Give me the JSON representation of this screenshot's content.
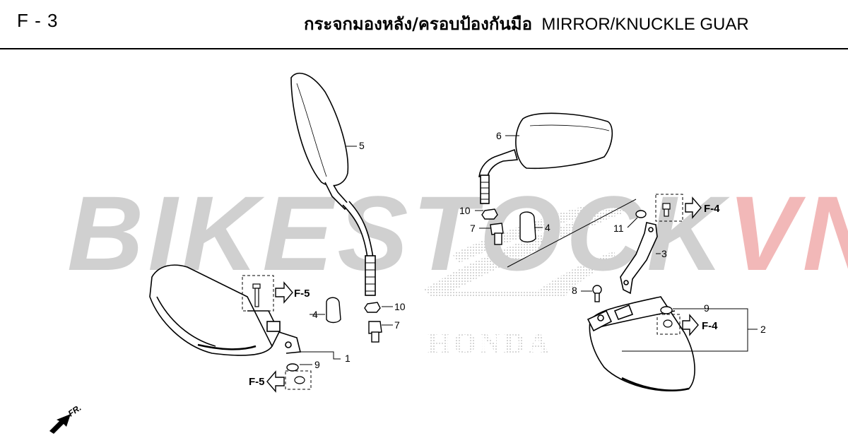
{
  "header": {
    "page_code": "F - 3",
    "title_thai": "กระจกมองหลัง/ครอบป้องกันมือ",
    "title_english": "MIRROR/KNUCKLE GUAR"
  },
  "watermark": {
    "text_gray": "BIKESTOCK",
    "text_red": "VN",
    "brand": "HONDA",
    "color_gray": "#d0d0d0",
    "color_red": "#f2b8b8"
  },
  "direction_label": "FR.",
  "references": {
    "f5_left": "F-5",
    "f5_bottom": "F-5",
    "f4_top": "F-4",
    "f4_right": "F-4"
  },
  "callouts": {
    "part1": "1",
    "part2": "2",
    "part3": "3",
    "part4_left": "4",
    "part4_center": "4",
    "part5": "5",
    "part6": "6",
    "part7_left": "7",
    "part7_center": "7",
    "part8": "8",
    "part9_left": "9",
    "part9_right": "9",
    "part10_left": "10",
    "part10_center": "10",
    "part11": "11"
  }
}
